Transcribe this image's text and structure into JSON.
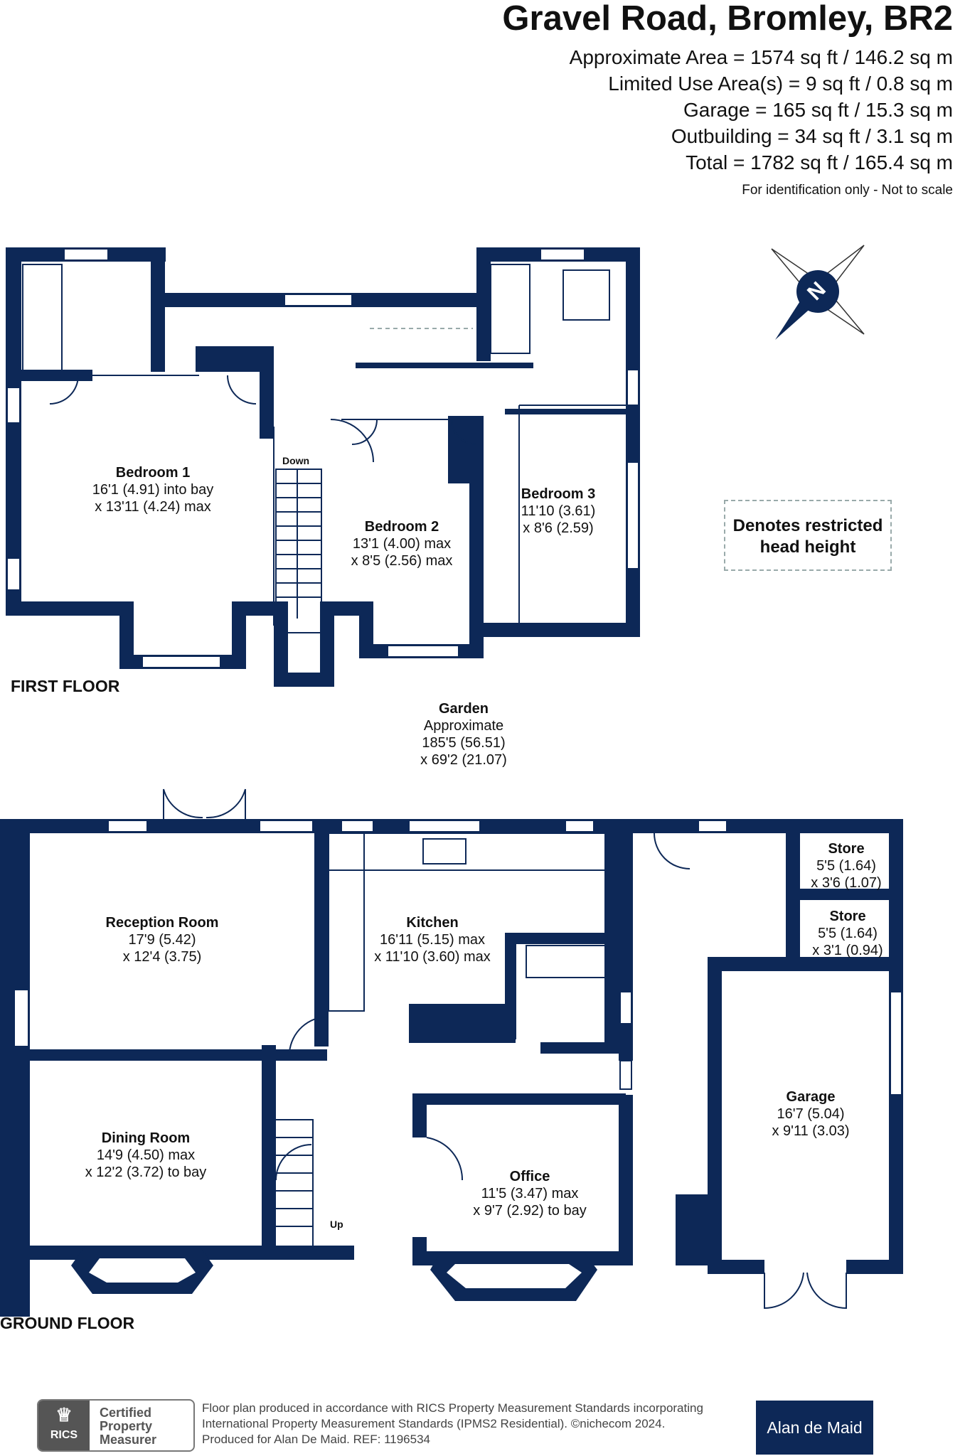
{
  "header": {
    "title": "Gravel Road, Bromley, BR2",
    "lines": [
      "Approximate Area = 1574 sq ft / 146.2 sq m",
      "Limited Use Area(s) = 9 sq ft / 0.8 sq m",
      "Garage = 165 sq ft / 15.3 sq m",
      "Outbuilding = 34 sq ft / 3.1 sq m",
      "Total = 1782 sq ft / 165.4 sq m"
    ],
    "note": "For identification only - Not to scale"
  },
  "floors": {
    "first": "FIRST FLOOR",
    "ground": "GROUND FLOOR"
  },
  "labels": {
    "down": "Down",
    "up": "Up"
  },
  "legend": {
    "line1": "Denotes restricted",
    "line2": "head height"
  },
  "rooms": {
    "bedroom1": {
      "name": "Bedroom 1",
      "d1": "16'1 (4.91) into bay",
      "d2": "x 13'11 (4.24) max"
    },
    "bedroom2": {
      "name": "Bedroom 2",
      "d1": "13'1 (4.00) max",
      "d2": "x 8'5 (2.56) max"
    },
    "bedroom3": {
      "name": "Bedroom 3",
      "d1": "11'10 (3.61)",
      "d2": "x 8'6 (2.59)"
    },
    "garden": {
      "name": "Garden",
      "d0": "Approximate",
      "d1": "185'5 (56.51)",
      "d2": "x 69'2 (21.07)"
    },
    "reception": {
      "name": "Reception Room",
      "d1": "17'9 (5.42)",
      "d2": "x 12'4 (3.75)"
    },
    "kitchen": {
      "name": "Kitchen",
      "d1": "16'11 (5.15) max",
      "d2": "x 11'10 (3.60) max"
    },
    "store1": {
      "name": "Store",
      "d1": "5'5 (1.64)",
      "d2": "x 3'6 (1.07)"
    },
    "store2": {
      "name": "Store",
      "d1": "5'5 (1.64)",
      "d2": "x 3'1 (0.94)"
    },
    "garage": {
      "name": "Garage",
      "d1": "16'7 (5.04)",
      "d2": "x 9'11 (3.03)"
    },
    "dining": {
      "name": "Dining Room",
      "d1": "14'9 (4.50) max",
      "d2": "x 12'2 (3.72) to bay"
    },
    "office": {
      "name": "Office",
      "d1": "11'5 (3.47) max",
      "d2": "x 9'7 (2.92) to bay"
    }
  },
  "compass": {
    "letter": "N"
  },
  "footer": {
    "rics_logo": "RICS",
    "cert": [
      "Certified",
      "Property",
      "Measurer"
    ],
    "text": [
      "Floor plan produced in accordance with RICS Property Measurement Standards incorporating",
      "International Property Measurement Standards (IPMS2 Residential).  ©nichecom 2024.",
      "Produced for Alan De Maid.   REF:  1196534"
    ],
    "brand": "Alan de Maid"
  },
  "colors": {
    "wall": "#0d2857"
  }
}
